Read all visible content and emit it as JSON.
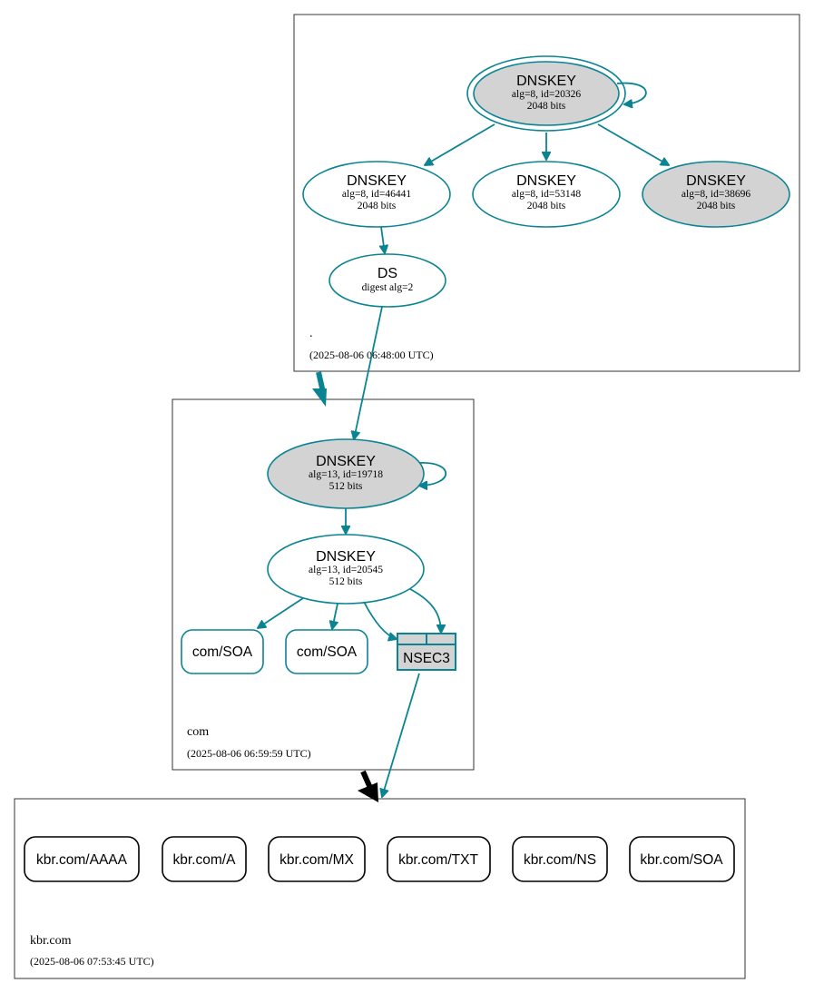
{
  "colors": {
    "teal": "#0a8493",
    "gray_fill": "#d3d3d3",
    "black": "#000000"
  },
  "zones": {
    "root": {
      "name": ".",
      "timestamp": "(2025-08-06 06:48:00 UTC)",
      "ksk": {
        "title": "DNSKEY",
        "line1": "alg=8, id=20326",
        "line2": "2048 bits",
        "shaded": true,
        "trust_anchor": true
      },
      "zsk_a": {
        "title": "DNSKEY",
        "line1": "alg=8, id=46441",
        "line2": "2048 bits",
        "shaded": false
      },
      "zsk_b": {
        "title": "DNSKEY",
        "line1": "alg=8, id=53148",
        "line2": "2048 bits",
        "shaded": false
      },
      "zsk_c": {
        "title": "DNSKEY",
        "line1": "alg=8, id=38696",
        "line2": "2048 bits",
        "shaded": true
      },
      "ds": {
        "title": "DS",
        "line1": "digest alg=2"
      }
    },
    "com": {
      "name": "com",
      "timestamp": "(2025-08-06 06:59:59 UTC)",
      "ksk": {
        "title": "DNSKEY",
        "line1": "alg=13, id=19718",
        "line2": "512 bits",
        "shaded": true
      },
      "zsk": {
        "title": "DNSKEY",
        "line1": "alg=13, id=20545",
        "line2": "512 bits",
        "shaded": false
      },
      "records": [
        "com/SOA",
        "com/SOA"
      ],
      "nsec3": {
        "label": "NSEC3"
      }
    },
    "kbr": {
      "name": "kbr.com",
      "timestamp": "(2025-08-06 07:53:45 UTC)",
      "records": [
        "kbr.com/AAAA",
        "kbr.com/A",
        "kbr.com/MX",
        "kbr.com/TXT",
        "kbr.com/NS",
        "kbr.com/SOA"
      ]
    }
  }
}
